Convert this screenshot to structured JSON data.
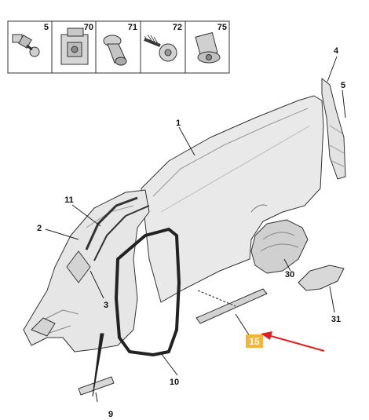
{
  "fastener_header": {
    "items": [
      {
        "part": "5"
      },
      {
        "part": "70"
      },
      {
        "part": "71"
      },
      {
        "part": "72"
      },
      {
        "part": "75"
      }
    ]
  },
  "callouts": {
    "c1": "1",
    "c2": "2",
    "c3": "3",
    "c4": "4",
    "c5": "5",
    "c9": "9",
    "c10": "10",
    "c11": "11",
    "c30": "30",
    "c31": "31",
    "c15": "15"
  },
  "colors": {
    "highlight_box": "#f2b43a",
    "pointer_arrow": "#e02020",
    "panel_fill": "#e9e9e9",
    "line": "#333333"
  }
}
